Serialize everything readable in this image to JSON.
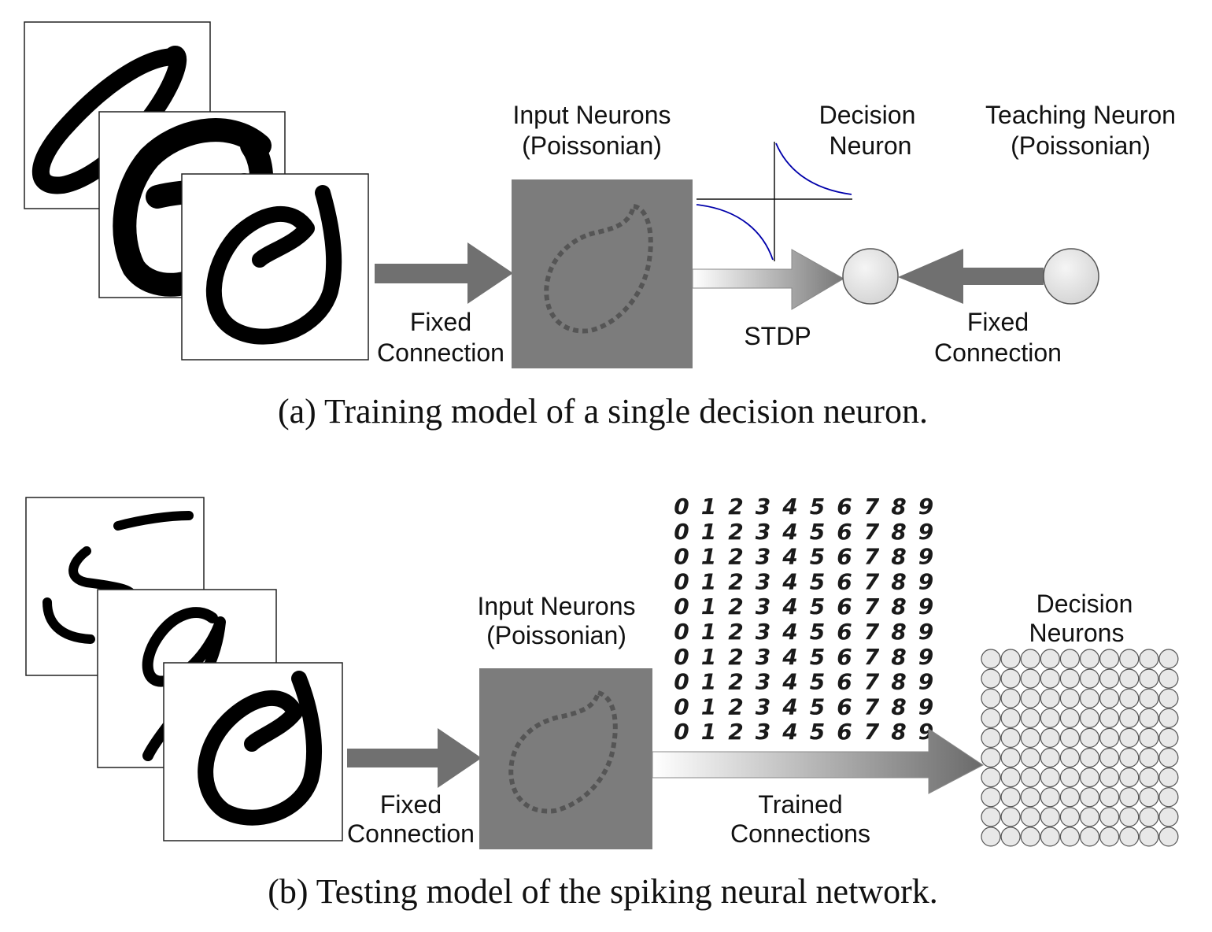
{
  "panel_a": {
    "input_label": [
      "Input Neurons",
      "(Poissonian)"
    ],
    "decision_label": [
      "Decision",
      "Neuron"
    ],
    "teaching_label": [
      "Teaching Neuron",
      "(Poissonian)"
    ],
    "fixed_label_left": [
      "Fixed",
      "Connection"
    ],
    "stdp_label": "STDP",
    "fixed_label_right": [
      "Fixed",
      "Connection"
    ],
    "caption": "(a) Training model of a single decision neuron.",
    "input_digit_images": [
      "digit-0",
      "digit-0",
      "digit-0"
    ]
  },
  "panel_b": {
    "input_label": [
      "Input Neurons",
      "(Poissonian)"
    ],
    "decision_label": [
      "Decision",
      "Neurons"
    ],
    "fixed_label": [
      "Fixed",
      "Connection"
    ],
    "trained_label": [
      "Trained",
      "Connections"
    ],
    "caption": "(b) Testing model of the spiking neural network.",
    "input_digit_images": [
      "digit-5",
      "digit-9",
      "digit-0"
    ],
    "digit_grid_rows": [
      [
        "0",
        "1",
        "2",
        "3",
        "4",
        "5",
        "6",
        "7",
        "8",
        "9"
      ],
      [
        "0",
        "1",
        "2",
        "3",
        "4",
        "5",
        "6",
        "7",
        "8",
        "9"
      ],
      [
        "0",
        "1",
        "2",
        "3",
        "4",
        "5",
        "6",
        "7",
        "8",
        "9"
      ],
      [
        "0",
        "1",
        "2",
        "3",
        "4",
        "5",
        "6",
        "7",
        "8",
        "9"
      ],
      [
        "0",
        "1",
        "2",
        "3",
        "4",
        "5",
        "6",
        "7",
        "8",
        "9"
      ],
      [
        "0",
        "1",
        "2",
        "3",
        "4",
        "5",
        "6",
        "7",
        "8",
        "9"
      ],
      [
        "0",
        "1",
        "2",
        "3",
        "4",
        "5",
        "6",
        "7",
        "8",
        "9"
      ],
      [
        "0",
        "1",
        "2",
        "3",
        "4",
        "5",
        "6",
        "7",
        "8",
        "9"
      ],
      [
        "0",
        "1",
        "2",
        "3",
        "4",
        "5",
        "6",
        "7",
        "8",
        "9"
      ],
      [
        "0",
        "1",
        "2",
        "3",
        "4",
        "5",
        "6",
        "7",
        "8",
        "9"
      ]
    ],
    "decision_grid": {
      "rows": 10,
      "cols": 10
    }
  },
  "colors": {
    "arrow_gray": "#707070",
    "neuron_fill": "#e8e8e8",
    "stdp_curve": "#0000aa",
    "input_bg": "#7c7c7c"
  }
}
